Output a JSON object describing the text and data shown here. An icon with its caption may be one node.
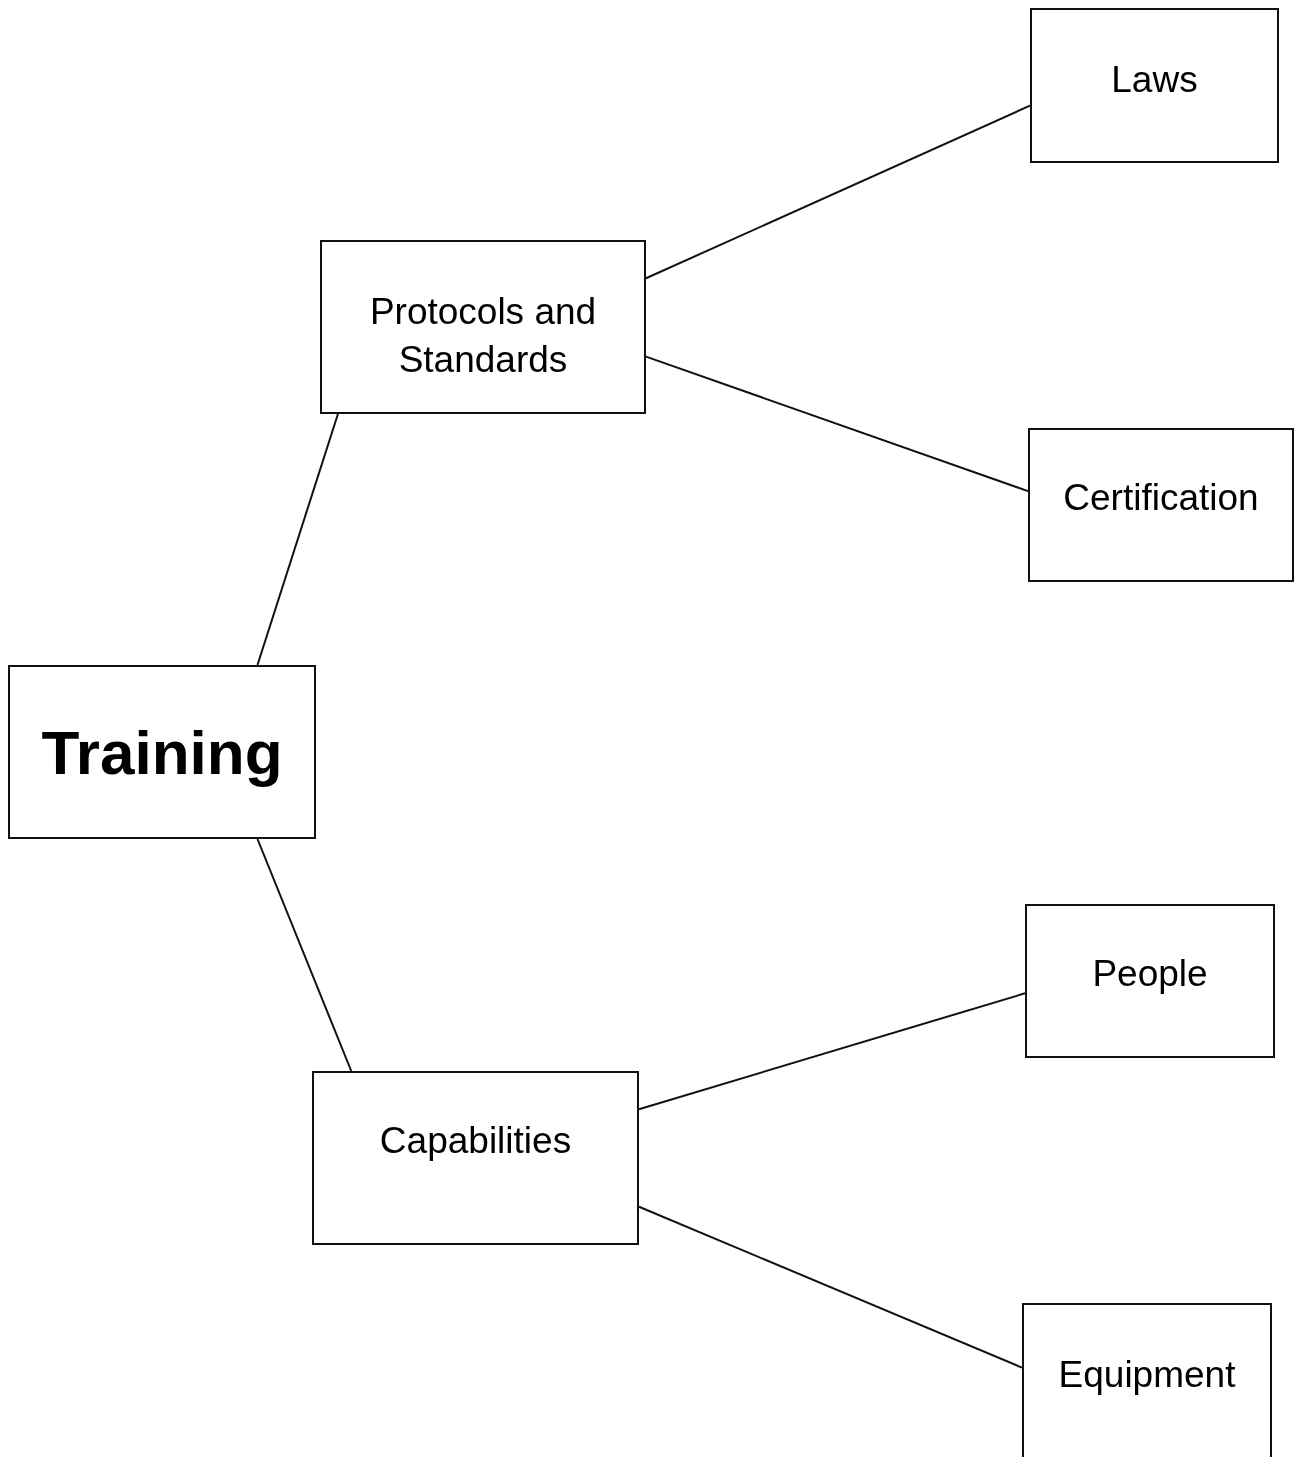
{
  "diagram": {
    "nodes": [
      {
        "text": [
          "Training"
        ]
      },
      {
        "text": [
          "Protocols and Standards"
        ]
      },
      {
        "text": [
          "Capabilities"
        ]
      },
      {
        "text": [
          "Laws"
        ]
      },
      {
        "text": [
          "Certification"
        ]
      },
      {
        "text": [
          "People"
        ]
      },
      {
        "text": [
          "Equipment"
        ]
      }
    ],
    "edges": [
      {
        "from": 0,
        "to": 1,
        "arrow": "none"
      },
      {
        "from": 0,
        "to": 2,
        "arrow": "none"
      },
      {
        "from": 1,
        "to": 3,
        "arrow": "none"
      },
      {
        "from": 1,
        "to": 4,
        "arrow": "none"
      },
      {
        "from": 2,
        "to": 5,
        "arrow": "none"
      },
      {
        "from": 2,
        "to": 6,
        "arrow": "none"
      }
    ]
  }
}
